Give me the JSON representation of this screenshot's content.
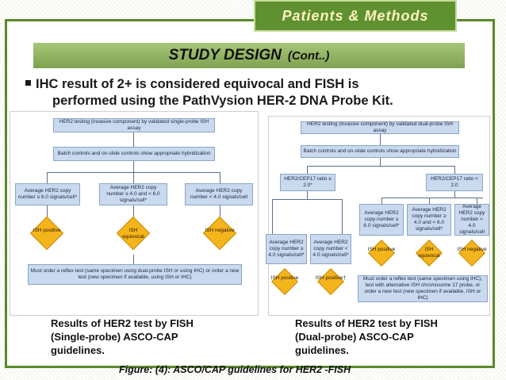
{
  "header": {
    "section": "Patients & Methods"
  },
  "slide": {
    "title": "STUDY DESIGN",
    "title_suffix": "(Cont..)",
    "bullet_line1": "IHC result of 2+ is considered equivocal and FISH is",
    "bullet_line2": "performed using the PathVysion HER-2 DNA Probe Kit."
  },
  "left_flow": {
    "step1": "HER2 testing (invasive component) by validated single-probe ISH assay",
    "step2": "Batch controls and on-slide controls show appropriate hybridization",
    "branch1": "Average HER2 copy number ≥ 6.0 signals/cell*",
    "branch2": "Average HER2 copy number ≥ 4.0 and < 6.0 signals/cell*",
    "branch3": "Average HER2 copy number < 4.0 signals/cell",
    "result1": "ISH positive",
    "result2": "ISH equivocal",
    "result3": "ISH negative",
    "final": "Must order a reflex test (same specimen using dual-probe ISH or using IHC) or order a new test (new specimen if available, using ISH or IHC)"
  },
  "right_flow": {
    "step1": "HER2 testing (invasive component) by validated dual-probe ISH assay",
    "step2": "Batch controls and on-slide controls show appropriate hybridization",
    "ratio_high": "HER2/CEP17 ratio ≥ 2.0*",
    "ratio_low": "HER2/CEP17 ratio < 2.0",
    "b1": "Average HER2 copy number ≥ 4.0 signals/cell*",
    "b2": "Average HER2 copy number < 4.0 signals/cell*",
    "b3": "Average HER2 copy number ≥ 6.0 signals/cell*",
    "b4": "Average HER2 copy number ≥ 4.0 and < 6.0 signals/cell*",
    "b5": "Average HER2 copy number < 4.0 signals/cell",
    "r1": "ISH positive",
    "r2": "ISH positive†",
    "r3": "ISH positive",
    "r4": "ISH equivocal",
    "r5": "ISH negative",
    "final": "Must order a reflex test (same specimen using IHC), test with alternative ISH chromosome 17 probe, or order a new test (new specimen if available, ISH or IHC)"
  },
  "captions": {
    "left": "Results of HER2 test by FISH (Single-probe) ASCO-CAP guidelines.",
    "right": "Results of HER2 test by FISH (Dual-probe) ASCO-CAP guidelines.",
    "figure": "Figure: (4): ASCO/CAP guidelines for HER2 -FISH"
  }
}
